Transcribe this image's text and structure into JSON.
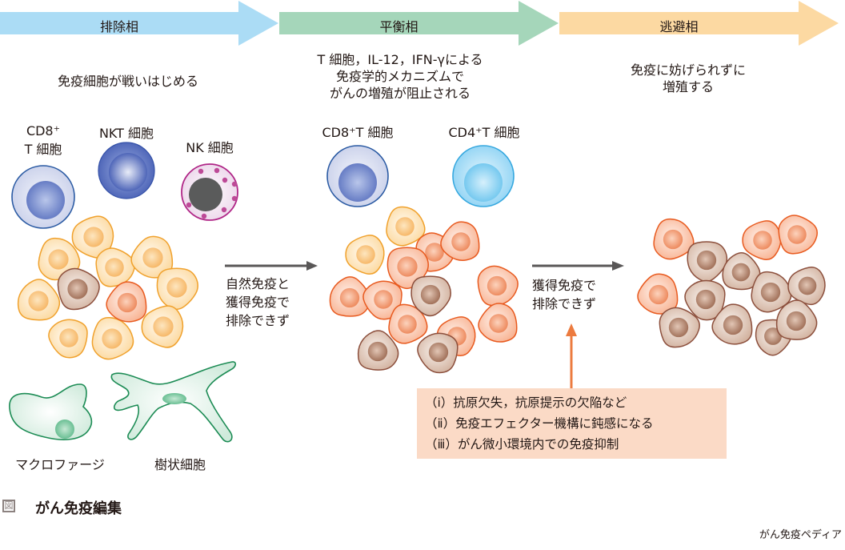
{
  "phases": [
    {
      "label": "排除相",
      "color": "#abdcf5",
      "description": [
        "免疫細胞が戦いはじめる"
      ]
    },
    {
      "label": "平衡相",
      "color": "#a5d6ba",
      "description": [
        "T 細胞，IL-12，IFN-γによる",
        "免疫学的メカニズムで",
        "がんの増殖が阻止される"
      ]
    },
    {
      "label": "逃避相",
      "color": "#fcd9a2",
      "description": [
        "免疫に妨げられずに",
        "増殖する"
      ]
    }
  ],
  "immune_cells": {
    "elimination": [
      {
        "label_lines": [
          "CD8⁺",
          "T 細胞"
        ],
        "type": "cd8-t-cell"
      },
      {
        "label_lines": [
          "NKT 細胞"
        ],
        "type": "nkt-cell"
      },
      {
        "label_lines": [
          "NK 細胞"
        ],
        "type": "nk-cell"
      },
      {
        "label_lines": [
          "マクロファージ"
        ],
        "type": "macrophage"
      },
      {
        "label_lines": [
          "樹状細胞"
        ],
        "type": "dendritic-cell"
      }
    ],
    "equilibrium": [
      {
        "label_lines": [
          "CD8⁺T 細胞"
        ],
        "type": "cd8-t-cell"
      },
      {
        "label_lines": [
          "CD4⁺T 細胞"
        ],
        "type": "cd4-t-cell"
      }
    ]
  },
  "transitions": [
    {
      "lines": [
        "自然免疫と",
        "獲得免疫で",
        "排除できず"
      ]
    },
    {
      "lines": [
        "獲得免疫で",
        "排除できず"
      ]
    }
  ],
  "mechanisms_box": {
    "items": [
      "（ⅰ）抗原欠失，抗原提示の欠陥など",
      "（ⅱ）免疫エフェクター機構に鈍感になる",
      "（ⅲ）がん微小環境内での免疫抑制"
    ]
  },
  "caption": {
    "marker": "図",
    "title": "がん免疫編集"
  },
  "credit": "がん免疫ペディア",
  "colors": {
    "normal_cell": "#fde3b4",
    "normal_cell_stroke": "#f0a12c",
    "tumor_cell": "#f9bf9f",
    "tumor_cell_stroke": "#e85a1f",
    "escape_cell": "#dcc1b1",
    "escape_cell_stroke": "#8c4f3c",
    "arrow_gray": "#595757",
    "arrow_orange": "#ec7b3f"
  }
}
